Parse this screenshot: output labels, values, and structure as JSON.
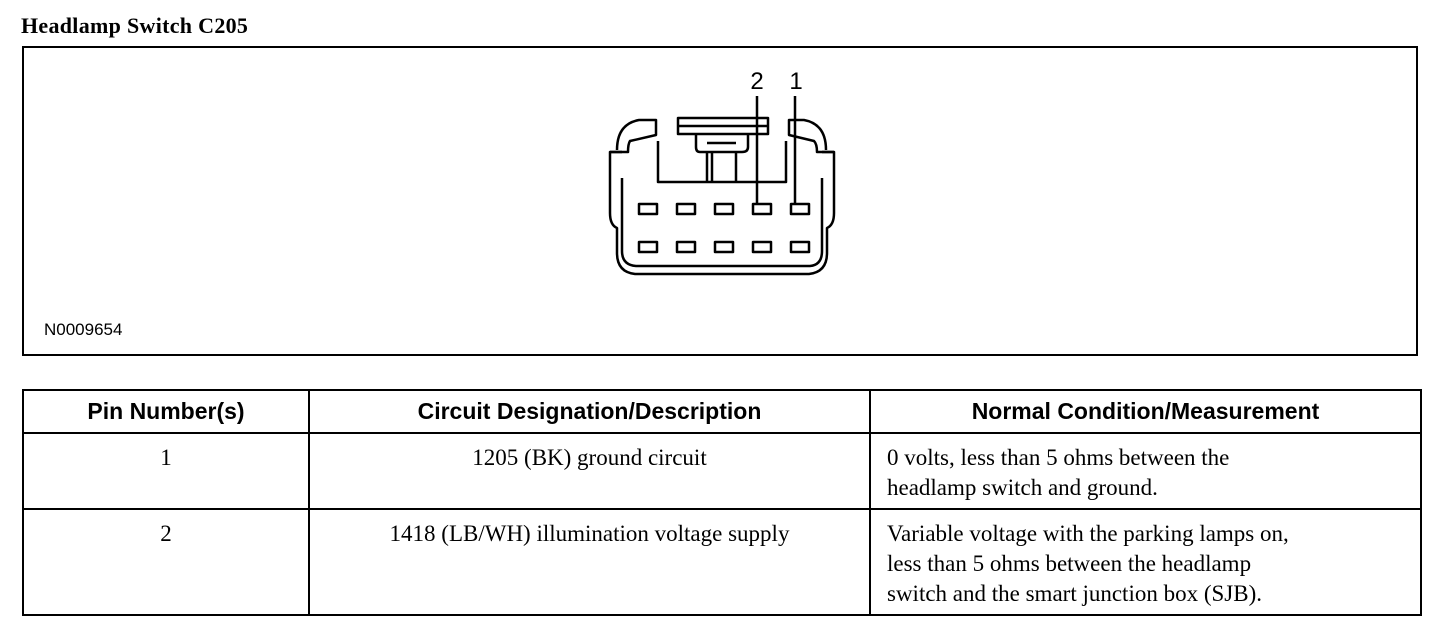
{
  "header": {
    "title": "Headlamp Switch C205"
  },
  "diagram": {
    "figure_id": "N0009654",
    "pin_labels": [
      "2",
      "1"
    ],
    "pin_rows": 2,
    "pin_columns": 5
  },
  "table": {
    "headers": [
      "Pin Number(s)",
      "Circuit Designation/Description",
      "Normal Condition/Measurement"
    ],
    "rows": [
      {
        "pin": "1",
        "circuit": "1205 (BK) ground circuit",
        "condition_lines": [
          "0 volts, less than 5 ohms between the",
          "headlamp switch and ground."
        ]
      },
      {
        "pin": "2",
        "circuit": "1418 (LB/WH) illumination voltage supply",
        "condition_lines": [
          "Variable voltage with the parking lamps on,",
          "less than 5 ohms between the headlamp",
          "switch and the smart junction box (SJB)."
        ]
      }
    ]
  }
}
